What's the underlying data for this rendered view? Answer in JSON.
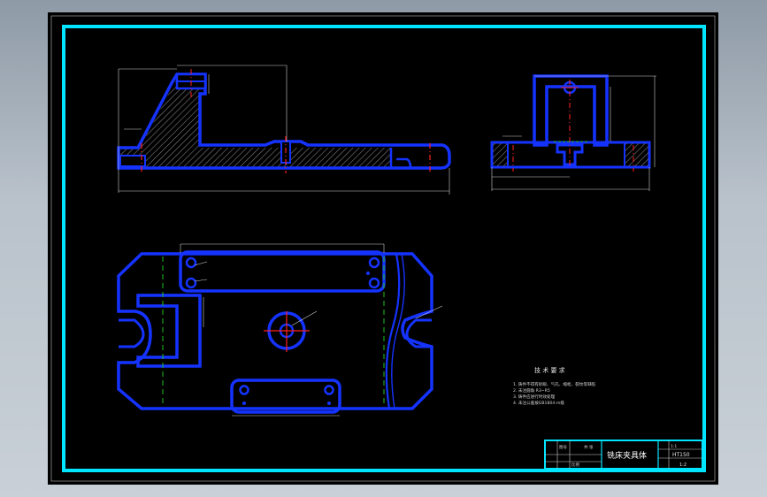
{
  "drawing": {
    "title": "铣床夹具体",
    "material": "HT150",
    "sheet_no": "1:2",
    "tech_req_title": "技 术 要 求",
    "tech_req_lines": [
      "1. 铸件不得有砂眼、气孔、缩松、裂纹等缺陷",
      "2. 未注圆角 R3~R5",
      "3. 铸件应进行时效处理",
      "4. 未注公差按GB1804-m级"
    ],
    "title_block": {
      "cell_a": "1:1",
      "cell_b": "图号",
      "cell_c": "比例",
      "cell_d": "共 张"
    }
  },
  "colors": {
    "sheet_bg": "#000000",
    "frame": "#00e5ff",
    "part_outline": "#1533ff",
    "hatch": "#7a7a7a",
    "dimension": "#d0d0d0",
    "center_line": "#ff2020",
    "hidden_line": "#20c020",
    "text": "#e6e6e6"
  }
}
